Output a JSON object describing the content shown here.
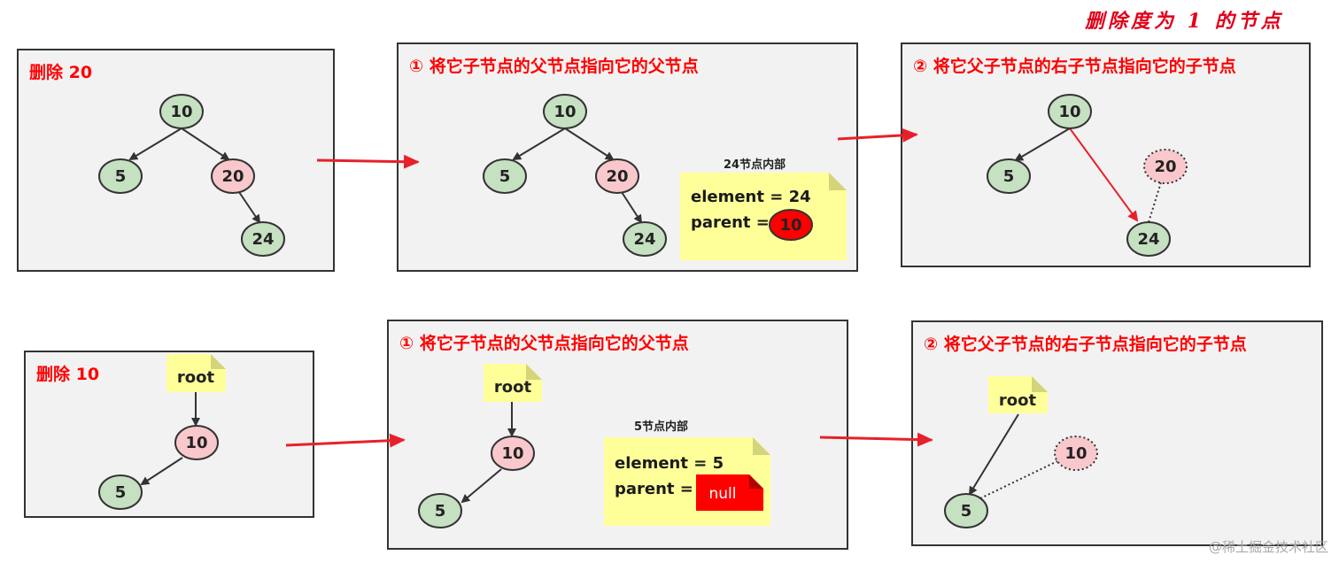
{
  "page_title": "删除度为 1 的节点",
  "watermark": "@稀土掘金技术社区",
  "panels": {
    "top_1": {
      "title": "删除 20"
    },
    "top_2": {
      "title": "① 将它子节点的父节点指向它的父节点",
      "note_caption": "24节点内部",
      "note_element": "element = 24",
      "note_parent": "parent =",
      "note_parent_value": "10"
    },
    "top_3": {
      "title": "② 将它父子节点的右子节点指向它的子节点"
    },
    "bottom_1": {
      "title": "删除 10",
      "root": "root"
    },
    "bottom_2": {
      "title": "① 将它子节点的父节点指向它的父节点",
      "root": "root",
      "note_caption": "5节点内部",
      "note_element": "element = 5",
      "note_parent": "parent =",
      "note_parent_value": "null"
    },
    "bottom_3": {
      "title": "② 将它父子节点的右子节点指向它的子节点",
      "root": "root"
    }
  },
  "nodes": {
    "n10": "10",
    "n5": "5",
    "n20": "20",
    "n24": "24"
  },
  "colors": {
    "green_node": "#c6e0c2",
    "pink_node": "#f8c8cc",
    "red_node": "#ff0000",
    "sticky": "#ffff99",
    "arrow_red": "#e8202a",
    "title_red": "#ff0000"
  }
}
